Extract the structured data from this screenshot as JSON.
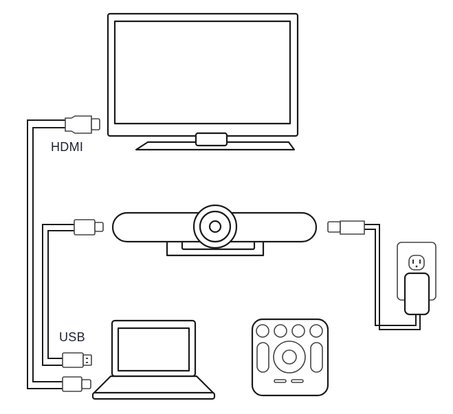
{
  "labels": {
    "hdmi": "HDMI",
    "usb": "USB"
  },
  "devices": [
    "tv-display",
    "conference-camera",
    "laptop",
    "remote-control",
    "wall-outlet",
    "power-adapter"
  ]
}
